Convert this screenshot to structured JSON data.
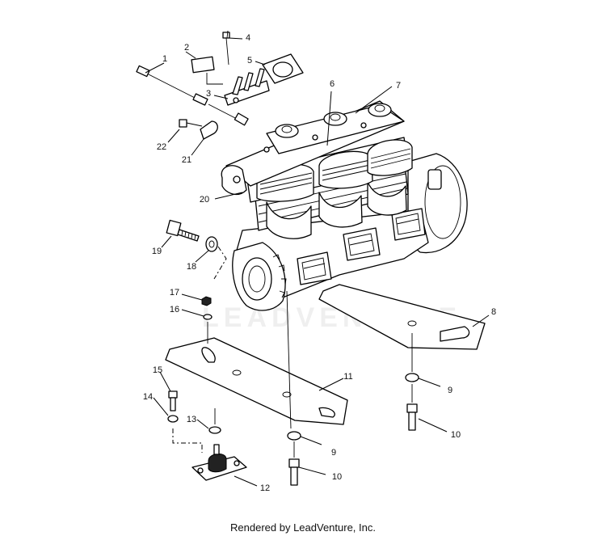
{
  "diagram": {
    "watermark": "LEADVENTURE",
    "parts": [
      {
        "id": "1",
        "label": "1"
      },
      {
        "id": "2",
        "label": "2"
      },
      {
        "id": "3",
        "label": "3"
      },
      {
        "id": "4",
        "label": "4"
      },
      {
        "id": "5",
        "label": "5"
      },
      {
        "id": "6",
        "label": "6"
      },
      {
        "id": "7",
        "label": "7"
      },
      {
        "id": "8",
        "label": "8"
      },
      {
        "id": "9a",
        "label": "9"
      },
      {
        "id": "9b",
        "label": "9"
      },
      {
        "id": "10a",
        "label": "10"
      },
      {
        "id": "10b",
        "label": "10"
      },
      {
        "id": "11",
        "label": "11"
      },
      {
        "id": "12",
        "label": "12"
      },
      {
        "id": "13",
        "label": "13"
      },
      {
        "id": "14",
        "label": "14"
      },
      {
        "id": "15",
        "label": "15"
      },
      {
        "id": "16",
        "label": "16"
      },
      {
        "id": "17",
        "label": "17"
      },
      {
        "id": "18",
        "label": "18"
      },
      {
        "id": "19",
        "label": "19"
      },
      {
        "id": "20",
        "label": "20"
      },
      {
        "id": "21",
        "label": "21"
      },
      {
        "id": "22",
        "label": "22"
      }
    ]
  },
  "footer": {
    "text": "Rendered by LeadVenture, Inc."
  }
}
